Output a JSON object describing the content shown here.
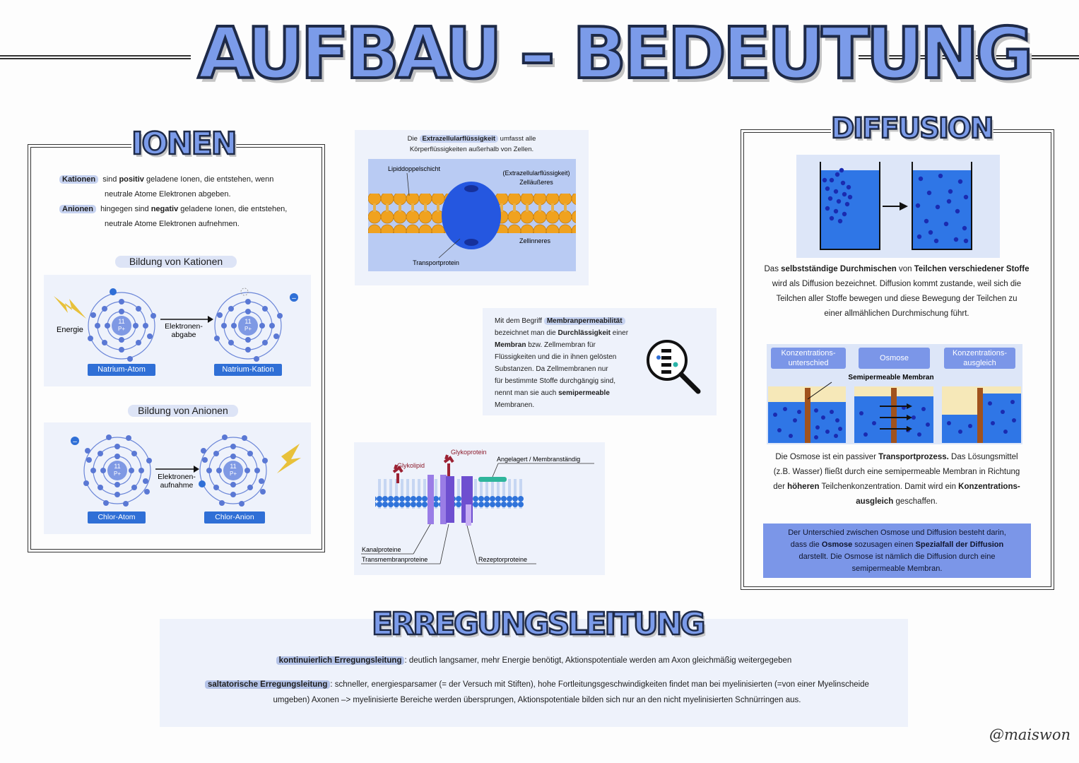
{
  "main_title": "AUFBAU – BEDEUTUNG",
  "ionen": {
    "title": "IONEN",
    "kationen_term": "Kationen",
    "kationen_pre": "sind",
    "kationen_bold": "positiv",
    "kationen_rest": "geladene Ionen, die entstehen, wenn",
    "kationen_line2": "neutrale Atome Elektronen abgeben.",
    "anionen_term": "Anionen",
    "anionen_pre": "hingegen sind",
    "anionen_bold": "negativ",
    "anionen_rest": "geladene Ionen, die entstehen,",
    "anionen_line2": "neutrale Atome Elektronen aufnehmen.",
    "bildung_kationen": "Bildung von Kationen",
    "energie": "Energie",
    "abgabe_1": "Elektronen-",
    "abgabe_2": "abgabe",
    "natrium_atom": "Natrium-Atom",
    "natrium_kation": "Natrium-Kation",
    "bildung_anionen": "Bildung von Anionen",
    "aufnahme_1": "Elektronen-",
    "aufnahme_2": "aufnahme",
    "chlor_atom": "Chlor-Atom",
    "chlor_anion": "Chlor-Anion",
    "nucleus_num": "11",
    "nucleus_charge": "P+",
    "minus": "–"
  },
  "membrane1": {
    "intro_pre": "Die",
    "intro_term": "Extrazellularflüssigkeit",
    "intro_post": "umfasst alle",
    "intro_line2": "Körperflüssigkeiten außerhalb von Zellen.",
    "lipid": "Lipiddoppelschicht",
    "extra_1": "(Extrazellularflüssigkeit)",
    "extra_2": "Zelläußeres",
    "inner": "Zellinneres",
    "transport": "Transportprotein"
  },
  "permeability": {
    "line1_pre": "Mit dem Begriff",
    "line1_term": "Membranpermeabilität",
    "line2_pre": "bezeichnet man die",
    "line2_bold": "Durchlässigkeit",
    "line2_post": "einer",
    "line3_bold": "Membran",
    "line3_post": "bzw. Zellmembran für",
    "line4": "Flüssigkeiten und die in ihnen gelösten",
    "line5": "Substanzen. Da Zellmembranen nur",
    "line6": "für bestimmte Stoffe durchgängig sind,",
    "line7_pre": "nennt man sie auch",
    "line7_bold": "semipermeable",
    "line8": "Membranen."
  },
  "membrane2": {
    "glykoprotein": "Glykoprotein",
    "glykolipid": "Glykolipid",
    "angelagert": "Angelagert / Membranständig",
    "kanal": "Kanalproteine",
    "transmembran": "Transmembranproteine",
    "rezeptor": "Rezeptorproteine"
  },
  "diffusion": {
    "title": "DIFFUSION",
    "p1_l1_pre": "Das",
    "p1_l1_bold1": "selbstständige Durchmischen",
    "p1_l1_mid": "von",
    "p1_l1_bold2": "Teilchen verschiedener Stoffe",
    "p1_l2": "wird als Diffusion bezeichnet. Diffusion kommt zustande, weil sich die",
    "p1_l3": "Teilchen aller Stoffe bewegen und diese Bewegung der Teilchen zu",
    "p1_l4": "einer allmählichen Durchmischung führt.",
    "label1": "Konzentrations-\nunterschied",
    "label2": "Osmose",
    "label3": "Konzentrations-\nausgleich",
    "semi": "Semipermeable Membran",
    "p2_l1_pre": "Die Osmose ist ein passiver",
    "p2_l1_bold": "Transportprozess.",
    "p2_l1_post": "Das Lösungsmittel",
    "p2_l2": "(z.B. Wasser) fließt durch eine semipermeable Membran in Richtung",
    "p2_l3_pre": "der",
    "p2_l3_bold": "höheren",
    "p2_l3_mid": "Teilchenkonzentration. Damit wird ein",
    "p2_l3_bold2": "Konzentrations-",
    "p2_l4_bold": "ausgleich",
    "p2_l4_post": "geschaffen.",
    "box_l1": "Der Unterschied zwischen Osmose und Diffusion besteht darin,",
    "box_l2_pre": "dass die",
    "box_l2_bold1": "Osmose",
    "box_l2_mid": "sozusagen einen",
    "box_l2_bold2": "Spezialfall der Diffusion",
    "box_l3": "darstellt. Die Osmose ist nämlich die Diffusion durch eine",
    "box_l4": "semipermeable Membran."
  },
  "erregung": {
    "title": "ERREGUNGSLEITUNG",
    "k_term": "kontinuierlich Erregungsleitung",
    "k_text": ": deutlich langsamer, mehr Energie benötigt, Aktionspotentiale werden am Axon gleichmäßig weitergegeben",
    "s_term": "saltatorische Erregungsleitung",
    "s_text": ": schneller, energiesparsamer (= der Versuch mit Stiften), hohe Fortleitungsgeschwindigkeiten findet man bei myelinisierten (=von einer Myelinscheide",
    "s_text2": "umgeben) Axonen –> myelinisierte Bereiche werden übersprungen, Aktionspotentiale bilden sich nur an den nicht myelinisierten Schnürringen aus."
  },
  "signature": "@maiswon",
  "colors": {
    "title_fill": "#7b9be9",
    "accent_blue": "#2f6fd6",
    "highlight": "#c6d2f0",
    "lipid_orange": "#f0a21f"
  }
}
